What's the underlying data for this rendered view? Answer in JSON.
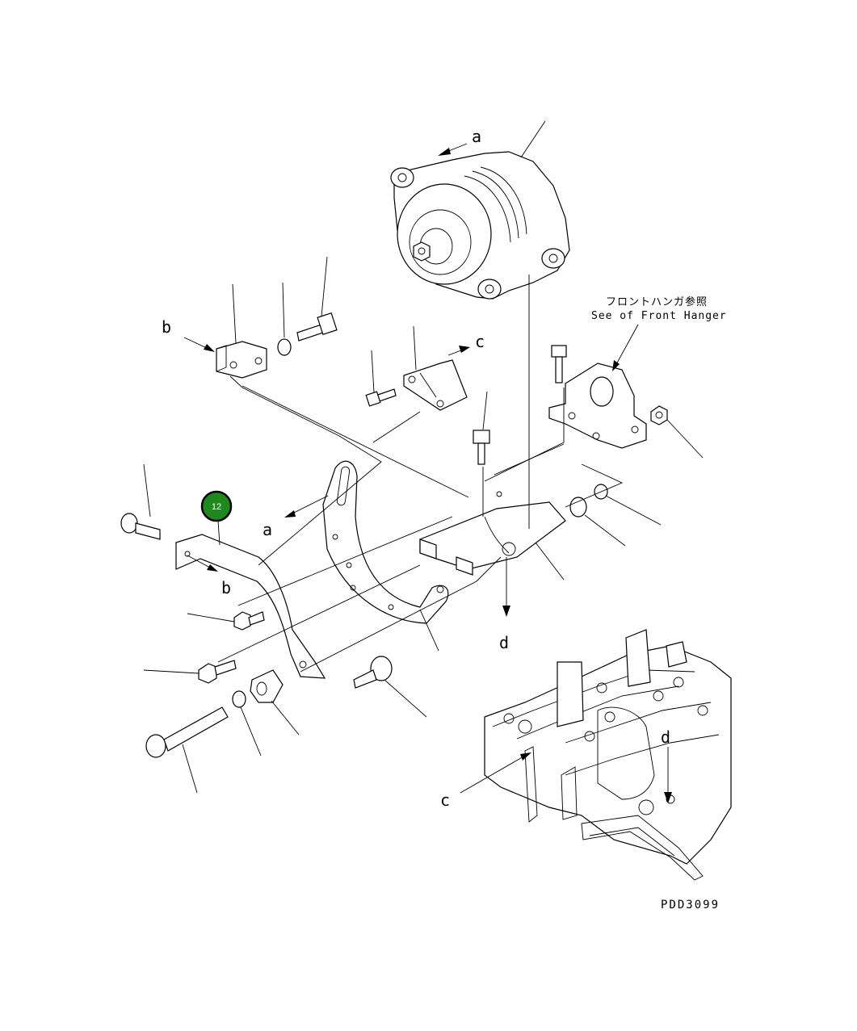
{
  "reference_labels": {
    "a_top": "a",
    "a_left": "a",
    "b_top": "b",
    "b_left": "b",
    "c_top": "c",
    "c_bottom": "c",
    "d_middle": "d",
    "d_bottom": "d"
  },
  "note": {
    "japanese": "フロントハンガ参照",
    "english": "See of Front Hanger"
  },
  "drawing_code": "PDD3099",
  "callout": {
    "number": "12",
    "color": "#1e8a1e"
  }
}
